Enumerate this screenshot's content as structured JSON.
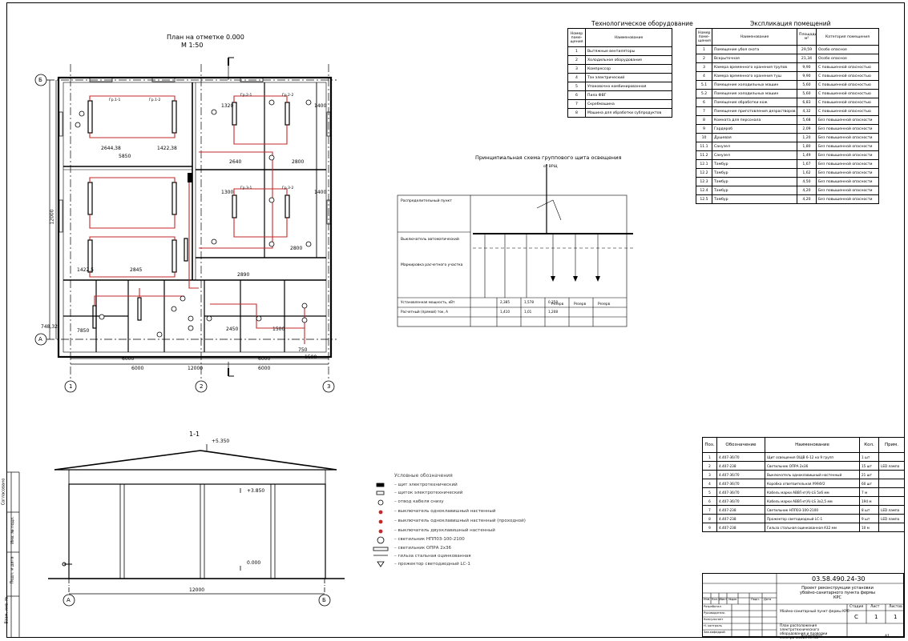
{
  "plan": {
    "title": "План на отметке 0.000",
    "scale": "М 1:50",
    "axes": {
      "letters": [
        "Б",
        "А"
      ],
      "numbers": [
        "1",
        "2",
        "3"
      ]
    },
    "dims": {
      "overall_width": "12000",
      "left_span": "6000",
      "right_span": "6000",
      "overall_height": "12000",
      "row1": [
        "5850",
        "2644,38",
        "1422,38",
        "2640",
        "2800",
        "1320",
        "1400"
      ],
      "row2": [
        "1422,5",
        "2845",
        "2890",
        "2800",
        "1300",
        "1400"
      ],
      "row3": [
        "7850",
        "2450",
        "1500",
        "750",
        "1500"
      ],
      "misc": [
        "748,32",
        "6000",
        "6000"
      ]
    },
    "room_labels": [
      "Гр.1-1",
      "Гр.1-2",
      "Гр.2-1",
      "Гр.2-2",
      "Гр.3-1",
      "Гр.3-2"
    ]
  },
  "section": {
    "title": "1-1",
    "marks": [
      "+5.350",
      "+3.850",
      "0.000"
    ],
    "axes": [
      "А",
      "Б"
    ],
    "width": "12000"
  },
  "tech_equipment": {
    "title": "Технологическое оборудование",
    "headers": [
      "Номер поме-щения",
      "Наименование"
    ],
    "rows": [
      [
        "1",
        "Вытяжные вентиляторы"
      ],
      [
        "2",
        "Холодильное оборудование"
      ],
      [
        "3",
        "Компрессор"
      ],
      [
        "4",
        "Тэн электрический"
      ],
      [
        "5",
        "Упаковочно комбинированная"
      ],
      [
        "6",
        "Пила ФВГ"
      ],
      [
        "7",
        "Скребмашина"
      ],
      [
        "8",
        "Машина для обработки субпродуктов"
      ]
    ]
  },
  "explication": {
    "title": "Экспликация помещений",
    "headers": [
      "Номер поме-щения",
      "Наименование",
      "Площадь, м²",
      "Категория помещения"
    ],
    "rows": [
      [
        "1",
        "Помещение убоя скота",
        "29,59",
        "Особо опасное"
      ],
      [
        "2",
        "Вскрыточная",
        "21,34",
        "Особо опасное"
      ],
      [
        "3",
        "Камера временного хранения трупов",
        "9,90",
        "С повышенной опасностью"
      ],
      [
        "4",
        "Камера временного хранения туш",
        "9,90",
        "С повышенной опасностью"
      ],
      [
        "5.1",
        "Помещение холодильных машин",
        "5,60",
        "С повышенной опасностью"
      ],
      [
        "5.2",
        "Помещение холодильных машин",
        "5,60",
        "С повышенной опасностью"
      ],
      [
        "6",
        "Помещение обработки кож",
        "6,83",
        "С повышенной опасностью"
      ],
      [
        "7",
        "Помещение приготовления дезрастворов",
        "4,32",
        "С повышенной опасностью"
      ],
      [
        "8",
        "Комната для персонала",
        "5,68",
        "Без повышенной опасности"
      ],
      [
        "9",
        "Гардероб",
        "2,09",
        "Без повышенной опасности"
      ],
      [
        "10",
        "Душевая",
        "1,20",
        "Без повышенной опасности"
      ],
      [
        "11.1",
        "Санузел",
        "1,80",
        "Без повышенной опасности"
      ],
      [
        "11.2",
        "Санузел",
        "1,49",
        "Без повышенной опасности"
      ],
      [
        "12.1",
        "Тамбур",
        "1,67",
        "Без повышенной опасности"
      ],
      [
        "12.2",
        "Тамбур",
        "1,62",
        "Без повышенной опасности"
      ],
      [
        "12.3",
        "Тамбур",
        "4,50",
        "Без повышенной опасности"
      ],
      [
        "12.4",
        "Тамбур",
        "4,20",
        "Без повышенной опасности"
      ],
      [
        "12.5",
        "Тамбур",
        "4,20",
        "Без повышенной опасности"
      ]
    ]
  },
  "schematic": {
    "title": "Принципиальная схема группового щита освещения",
    "source": "от ВРЩ",
    "left_notes": [
      "Распределительный пункт",
      "Выключатель автоматический",
      "Маркировка расчетного участка"
    ],
    "bottom_rows": [
      [
        "Установленная мощность, кВт",
        "2,385",
        "1,578",
        "0,258"
      ],
      [
        "Расчетный (прямой) ток, А",
        "1,410",
        "1,01",
        "1,208"
      ]
    ],
    "spare": [
      "Резерв",
      "Резерв",
      "Резерв"
    ]
  },
  "legend": {
    "title": "Условные обозначения",
    "items": [
      "– щит электротехнический",
      "– щиток электротехнический",
      "– отвод кабеля снизу",
      "– выключатель одноклавишный настенный",
      "– выключатель одноклавишный настенный (проходной)",
      "– выключатель двухклавишный настенный",
      "– светильник НПП03-100-2100",
      "– светильник ОПРА 2х36",
      "– гильза стальная оцинкованная",
      "– прожектор светодиодный LC-1"
    ]
  },
  "spec": {
    "headers": [
      "Поз.",
      "Обозначение",
      "Наименование",
      "Кол.",
      "Прим."
    ],
    "rows": [
      [
        "1",
        "4.407-36/70",
        "Щит освещения ОЩВ 6-12 на 9 групп",
        "1 шт",
        ""
      ],
      [
        "2",
        "4.407-238",
        "Светильник ОПРА 2х36",
        "15 шт",
        "LED лампа"
      ],
      [
        "3",
        "4.407-36/70",
        "Выключатель одноклавишный настенный",
        "21 шт",
        ""
      ],
      [
        "4",
        "4.407-36/70",
        "Коробка ответвительная У994У2",
        "60 шт",
        ""
      ],
      [
        "5",
        "4.407-36/70",
        "Кабель марки АВВГнг(А)-LS 5х6 мм",
        "7 м",
        ""
      ],
      [
        "6",
        "4.407-36/70",
        "Кабель марки АВВГнг(А)-LS 3х2,5 мм",
        "194 м",
        ""
      ],
      [
        "7",
        "4.407-238",
        "Светильник НПП03-100-2100",
        "8 шт",
        "LED лампа"
      ],
      [
        "8",
        "4.407-238",
        "Прожектор светодиодный LC-1",
        "9 шт",
        "LED лампа"
      ],
      [
        "9",
        "4.407-238",
        "Гильза стальная оцинкованная А32 мм",
        "10 м",
        ""
      ]
    ]
  },
  "title_block": {
    "code": "03.58.490.24-30",
    "project": "Проект реконструкции установки убойно-санитарного пункта фермы КРС",
    "object": "Убойно-санитарный пункт фермы КРС",
    "sheet_title": "План расположения электротехнического оборудования и проводки электрических сетей",
    "stage_label": "Стадия",
    "sheet_label": "Лист",
    "sheets_label": "Листов",
    "stage": "С",
    "sheet": "1",
    "sheets": "1",
    "signature_headers": [
      "Изм.",
      "Кол.уч",
      "Лист",
      "№док",
      "Подп.",
      "Дата"
    ],
    "roles": [
      "Разработал",
      "Руководитель",
      "Консультант",
      "Н. контроль",
      "Зав.кафедрой"
    ],
    "copied": "Копировал",
    "format": "А1"
  },
  "margin": {
    "labels": [
      "Согласовано",
      "Взам. инв. №",
      "Подп. и дата",
      "Инв. № подл."
    ]
  }
}
